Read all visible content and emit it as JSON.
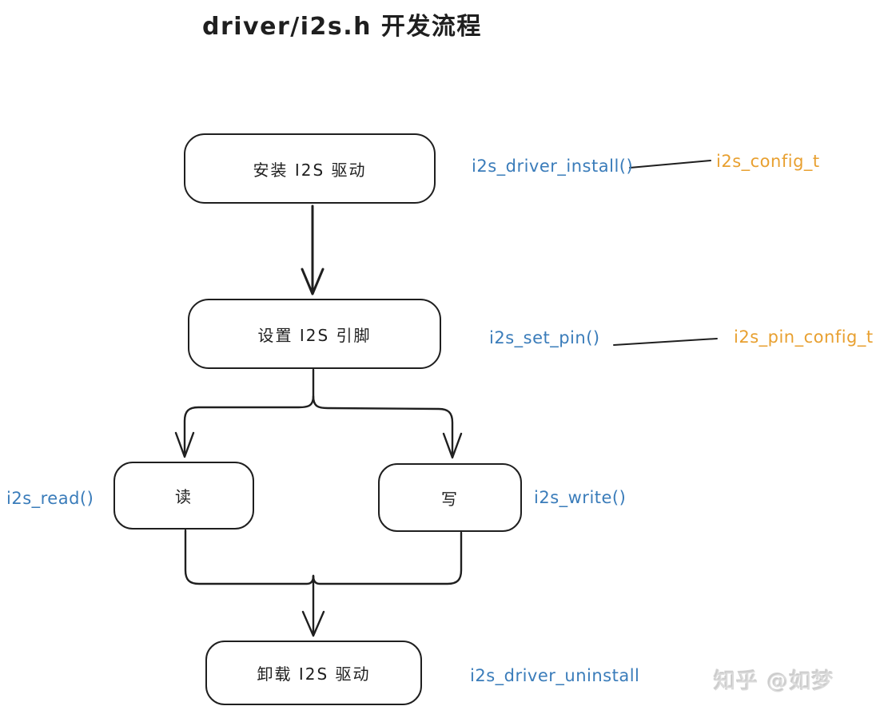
{
  "title": "driver/i2s.h 开发流程",
  "colors": {
    "ink": "#1f1f1f",
    "blue": "#3a7cba",
    "orange": "#e8a030"
  },
  "nodes": {
    "install": {
      "label": "安装 I2S 驱动"
    },
    "set_pin": {
      "label": "设置 I2S 引脚"
    },
    "read": {
      "label": "读"
    },
    "write": {
      "label": "写"
    },
    "uninstall": {
      "label": "卸载 I2S 驱动"
    }
  },
  "annotations": {
    "install_fn": "i2s_driver_install()",
    "install_cfg": "i2s_config_t",
    "set_pin_fn": "i2s_set_pin()",
    "pin_cfg": "i2s_pin_config_t",
    "read_fn": "i2s_read()",
    "write_fn": "i2s_write()",
    "uninstall_fn": "i2s_driver_uninstall"
  },
  "watermark": "知乎 @如梦"
}
